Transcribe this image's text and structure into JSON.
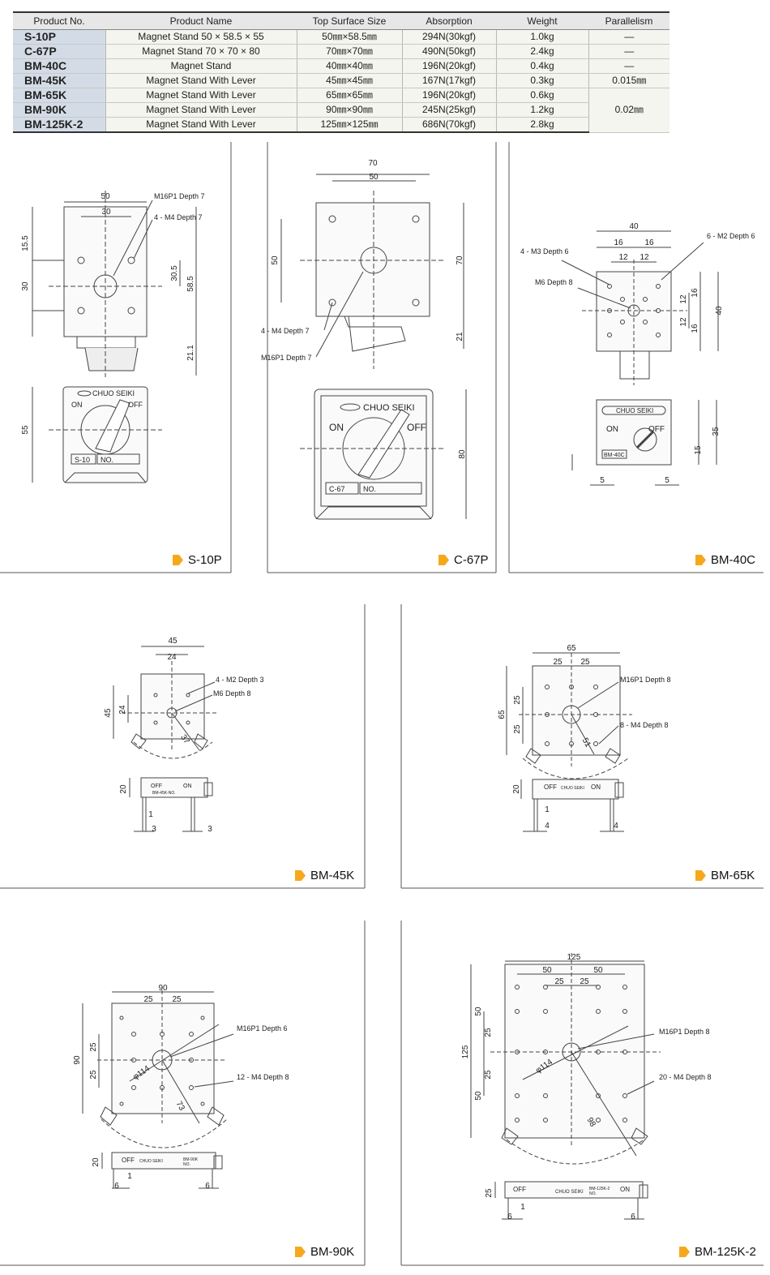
{
  "table": {
    "headers": [
      "Product No.",
      "Product Name",
      "Top Surface Size",
      "Absorption",
      "Weight",
      "Parallelism"
    ],
    "rows": [
      {
        "no": "S-10P",
        "name": "Magnet Stand 50 × 58.5 × 55",
        "size": "50㎜×58.5㎜",
        "abs": "294N(30kgf)",
        "weight": "1.0kg",
        "par": "—"
      },
      {
        "no": "C-67P",
        "name": "Magnet Stand 70 × 70 × 80",
        "size": "70㎜×70㎜",
        "abs": "490N(50kgf)",
        "weight": "2.4kg",
        "par": "—"
      },
      {
        "no": "BM-40C",
        "name": "Magnet Stand",
        "size": "40㎜×40㎜",
        "abs": "196N(20kgf)",
        "weight": "0.4kg",
        "par": "—"
      },
      {
        "no": "BM-45K",
        "name": "Magnet Stand With Lever",
        "size": "45㎜×45㎜",
        "abs": "167N(17kgf)",
        "weight": "0.3kg",
        "par": "0.015㎜"
      },
      {
        "no": "BM-65K",
        "name": "Magnet Stand With Lever",
        "size": "65㎜×65㎜",
        "abs": "196N(20kgf)",
        "weight": "0.6kg",
        "par": "0.02㎜"
      },
      {
        "no": "BM-90K",
        "name": "Magnet Stand With Lever",
        "size": "90㎜×90㎜",
        "abs": "245N(25kgf)",
        "weight": "1.2kg",
        "par": ""
      },
      {
        "no": "BM-125K-2",
        "name": "Magnet Stand With Lever",
        "size": "125㎜×125㎜",
        "abs": "686N(70kgf)",
        "weight": "2.8kg",
        "par": ""
      }
    ]
  },
  "panels": {
    "s10p": {
      "label": "S-10P",
      "d_width": "50",
      "d_hole": "30",
      "d_left1": "15.5",
      "d_left2": "30",
      "d_r1": "30.5",
      "d_r2": "58.5",
      "d_base": "21.1",
      "d_front": "55",
      "note1": "M16P1 Depth 7",
      "note2": "4 - M4 Depth 7",
      "brand": "CHUO SEIKI",
      "on": "ON",
      "off": "OFF",
      "plate": "S-10",
      "plate_no": "NO."
    },
    "c67p": {
      "label": "C-67P",
      "d_width": "70",
      "d_hole": "50",
      "d_left": "50",
      "d_right": "70",
      "d_base": "21",
      "d_front": "80",
      "note1": "4 - M4 Depth 7",
      "note2": "M16P1 Depth 7",
      "brand": "CHUO SEIKI",
      "on": "ON",
      "off": "OFF",
      "plate": "C-67",
      "plate_no": "NO."
    },
    "bm40c": {
      "label": "BM-40C",
      "d_width": "40",
      "d_a": "16",
      "d_b": "16",
      "d_c": "12",
      "d_d": "12",
      "d_r1": "12",
      "d_r2": "12",
      "d_r3": "16",
      "d_r4": "16",
      "d_right": "40",
      "d_h1": "35",
      "d_h2": "15",
      "d_f1": "5",
      "d_f2": "5",
      "note1": "6 - M2 Depth 6",
      "note2": "4 - M3 Depth 6",
      "note3": "M6 Depth 8",
      "brand": "CHUO SEIKI",
      "on": "ON",
      "off": "OFF",
      "plate": "BM-40C"
    },
    "bm45k": {
      "label": "BM-45K",
      "d_width": "45",
      "d_hole": "24",
      "d_left": "45",
      "d_left2": "24",
      "d_diag": "37",
      "d_h": "20",
      "d_f1": "3",
      "d_f2": "3",
      "note1": "4 - M2 Depth 3",
      "note2": "M6 Depth 8",
      "off": "OFF",
      "on": "ON",
      "plate": "BM-45K-NO.",
      "d_small": "1"
    },
    "bm65k": {
      "label": "BM-65K",
      "d_width": "65",
      "d_a": "25",
      "d_b": "25",
      "d_left": "65",
      "d_l1": "25",
      "d_l2": "25",
      "d_diag": "51",
      "d_h": "20",
      "d_f1": "4",
      "d_f2": "4",
      "note1": "M16P1 Depth 8",
      "note2": "8 - M4 Depth 8",
      "off": "OFF",
      "on": "ON",
      "brand": "CHUO SEIKI",
      "d_small": "1"
    },
    "bm90k": {
      "label": "BM-90K",
      "d_width": "90",
      "d_a": "25",
      "d_b": "25",
      "d_left": "90",
      "d_l1": "25",
      "d_l2": "25",
      "d_phi": "φ114",
      "d_diag": "73",
      "d_h": "20",
      "d_f1": "6",
      "d_f2": "6",
      "note1": "M16P1 Depth 6",
      "note2": "12 - M4 Depth 8",
      "off": "OFF",
      "brand": "CHUO SEIKI",
      "plate": "BM-90K",
      "plate_no": "NO.",
      "d_small": "1"
    },
    "bm125k2": {
      "label": "BM-125K-2",
      "d_width": "125",
      "d_a": "50",
      "d_b": "50",
      "d_c": "25",
      "d_d": "25",
      "d_left": "125",
      "d_l1": "50",
      "d_l2": "25",
      "d_l3": "25",
      "d_l4": "50",
      "d_phi": "φ114",
      "d_diag": "98",
      "d_h": "25",
      "d_f1": "6",
      "d_f2": "6",
      "note1": "M16P1 Depth 8",
      "note2": "20 - M4 Depth 8",
      "off": "OFF",
      "on": "ON",
      "brand": "CHUO SEIKI",
      "plate": "BM-125K-2",
      "plate_no": "NO.",
      "d_small": "1"
    }
  }
}
